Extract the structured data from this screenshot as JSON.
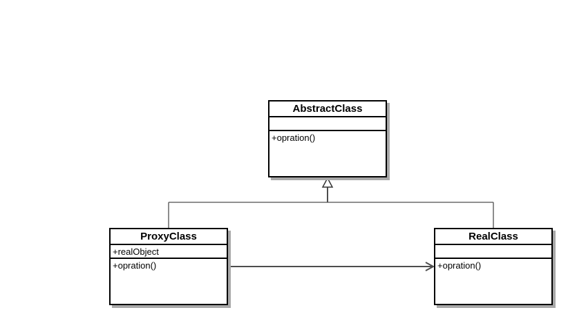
{
  "diagram": {
    "kind": "uml-class-diagram",
    "classes": [
      {
        "name": "AbstractClass",
        "attributes": [],
        "methods": [
          "+opration()"
        ]
      },
      {
        "name": "ProxyClass",
        "attributes": [
          "+realObject"
        ],
        "methods": [
          "+opration()"
        ]
      },
      {
        "name": "RealClass",
        "attributes": [],
        "methods": [
          "+opration()"
        ]
      }
    ],
    "relations": [
      {
        "from": "ProxyClass",
        "to": "AbstractClass",
        "type": "generalization"
      },
      {
        "from": "RealClass",
        "to": "AbstractClass",
        "type": "generalization"
      },
      {
        "from": "ProxyClass",
        "to": "RealClass",
        "type": "directed-association"
      }
    ]
  },
  "colors": {
    "border": "#000000",
    "shadow": "#a8a8a8",
    "connector": "#4d4d4d",
    "fill": "#ffffff",
    "text": "#000000"
  }
}
